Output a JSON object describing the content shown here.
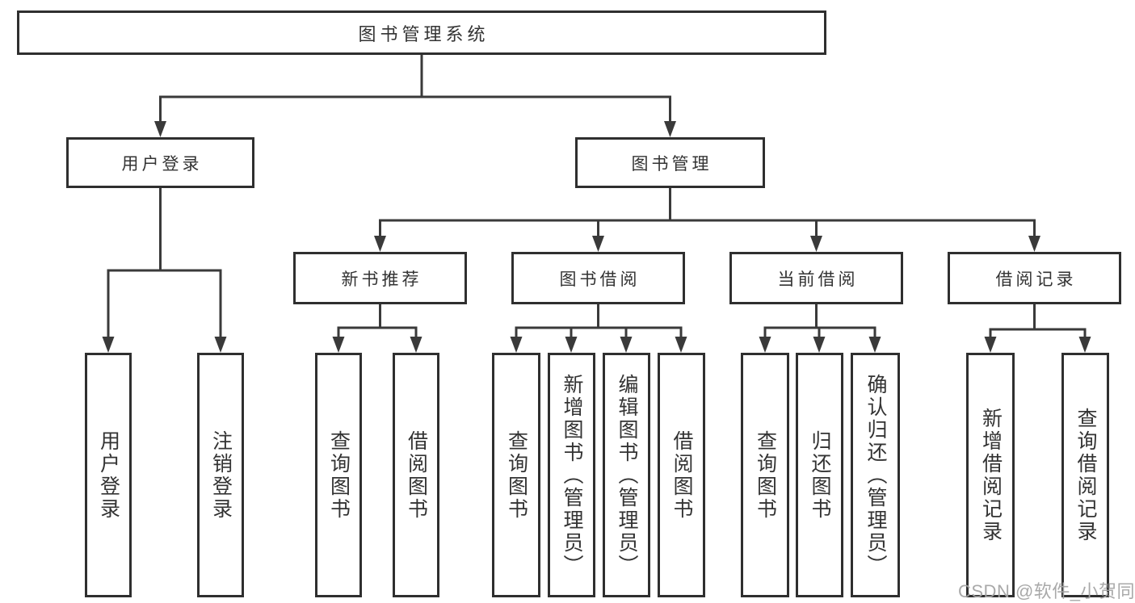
{
  "tree": {
    "root": {
      "label": "图书管理系统",
      "children": [
        {
          "label": "用户登录",
          "children": [
            {
              "label": "用户登录"
            },
            {
              "label": "注销登录"
            }
          ]
        },
        {
          "label": "图书管理",
          "children": [
            {
              "label": "新书推荐",
              "children": [
                {
                  "label": "查询图书"
                },
                {
                  "label": "借阅图书"
                }
              ]
            },
            {
              "label": "图书借阅",
              "children": [
                {
                  "label": "查询图书"
                },
                {
                  "label": "新增图书（管理员）"
                },
                {
                  "label": "编辑图书（管理员）"
                },
                {
                  "label": "借阅图书"
                }
              ]
            },
            {
              "label": "当前借阅",
              "children": [
                {
                  "label": "查询图书"
                },
                {
                  "label": "归还图书"
                },
                {
                  "label": "确认归还（管理员）"
                }
              ]
            },
            {
              "label": "借阅记录",
              "children": [
                {
                  "label": "新增借阅记录"
                },
                {
                  "label": "查询借阅记录"
                }
              ]
            }
          ]
        }
      ]
    }
  },
  "watermark": {
    "text": "CSDN @软件_小贺同学"
  },
  "colors": {
    "line": "#3a3a3a",
    "box_border": "#2f2f2f",
    "text": "#333333",
    "watermark": "#a4a4a4",
    "background": "#ffffff"
  }
}
